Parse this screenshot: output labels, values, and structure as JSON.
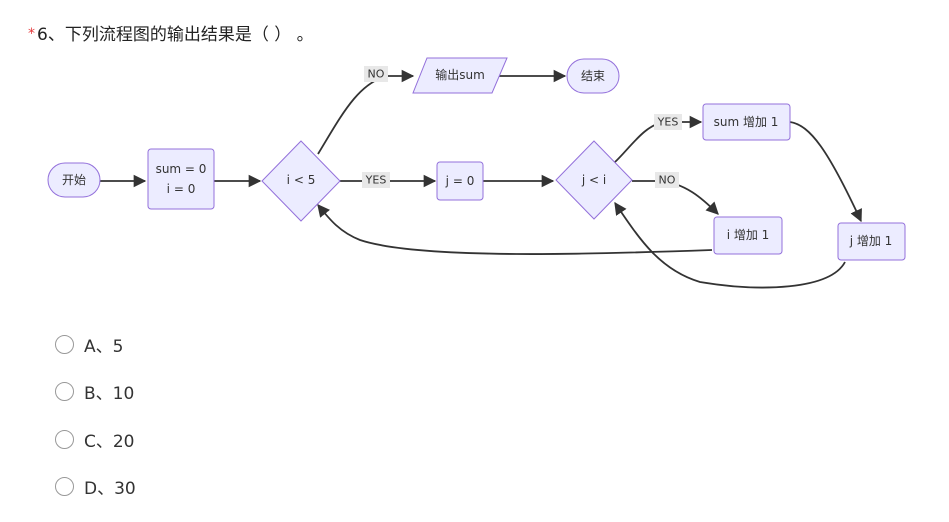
{
  "question": {
    "required_mark": "*",
    "text": "6、下列流程图的输出结果是（ ） 。"
  },
  "flowchart": {
    "nodes": {
      "start": "开始",
      "init_sum": "sum = 0",
      "init_i": "i = 0",
      "cond_i": "i < 5",
      "output": "输出sum",
      "end": "结束",
      "init_j": "j = 0",
      "cond_j": "j < i",
      "sum_inc": "sum 增加 1",
      "i_inc": "i 增加 1",
      "j_inc": "j 增加 1"
    },
    "edge_labels": {
      "no_1": "NO",
      "yes_1": "YES",
      "yes_2": "YES",
      "no_2": "NO"
    }
  },
  "options": [
    {
      "label": "A、5"
    },
    {
      "label": "B、10"
    },
    {
      "label": "C、20"
    },
    {
      "label": "D、30"
    }
  ]
}
